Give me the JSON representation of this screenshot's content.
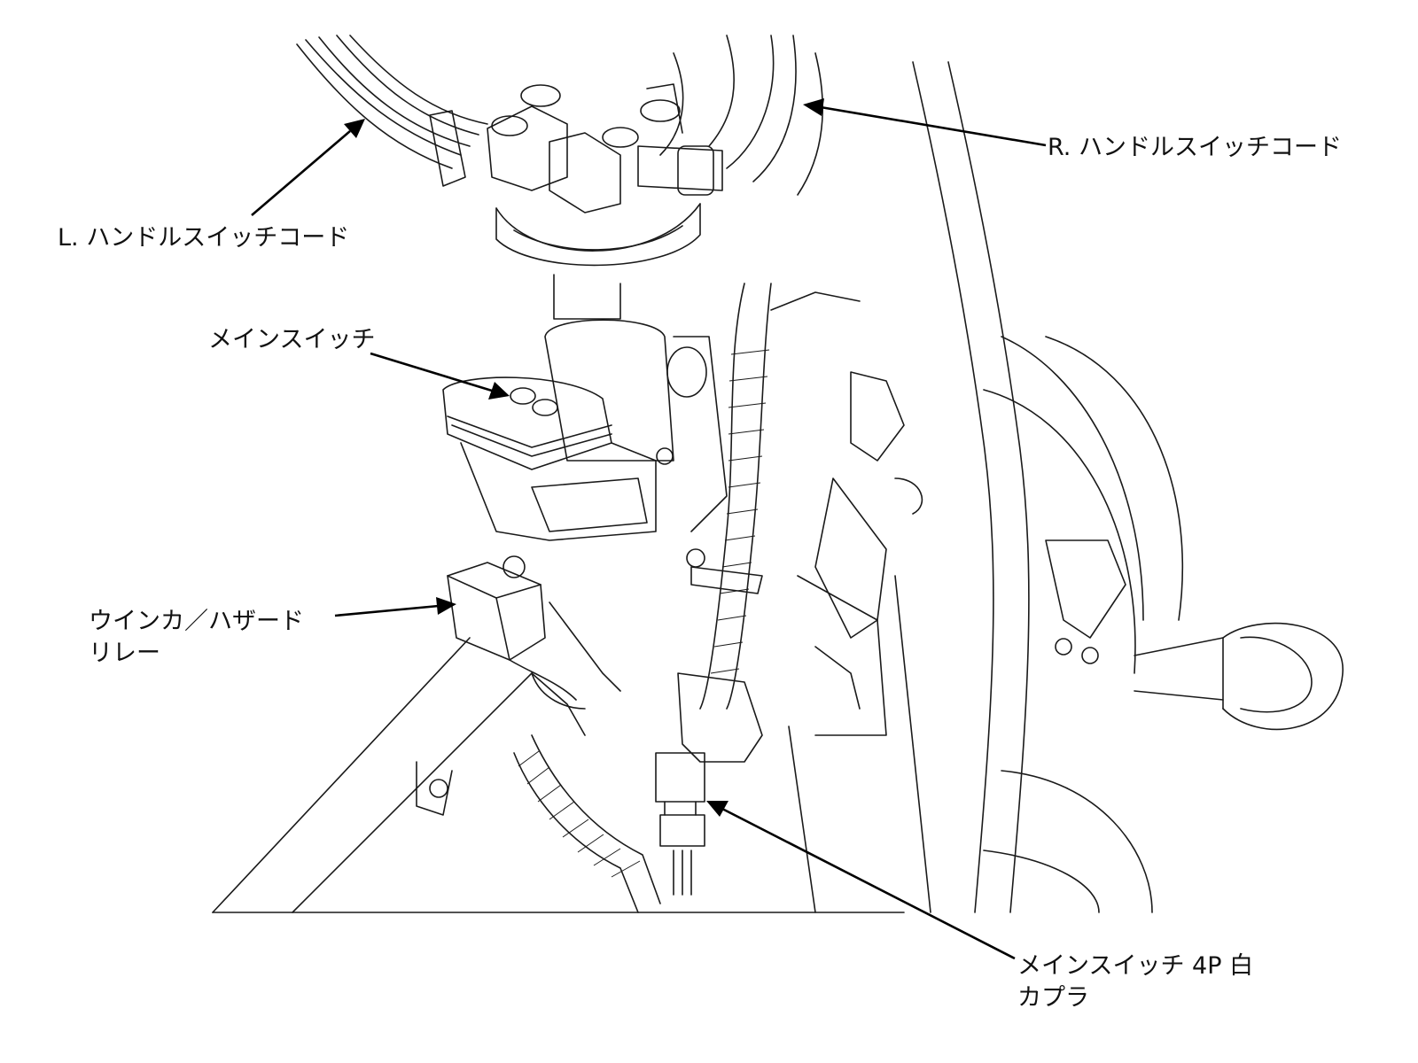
{
  "labels": {
    "r_handle_cord": "R. ハンドルスイッチコード",
    "l_handle_cord": "L. ハンドルスイッチコード",
    "main_switch": "メインスイッチ",
    "relay_line1": "ウインカ／ハザード",
    "relay_line2": "リレー",
    "coupler_line1": "メインスイッチ 4P 白",
    "coupler_line2": "カプラ"
  },
  "colors": {
    "line": "#1a1a1a",
    "text": "#111111",
    "background": "#ffffff"
  }
}
